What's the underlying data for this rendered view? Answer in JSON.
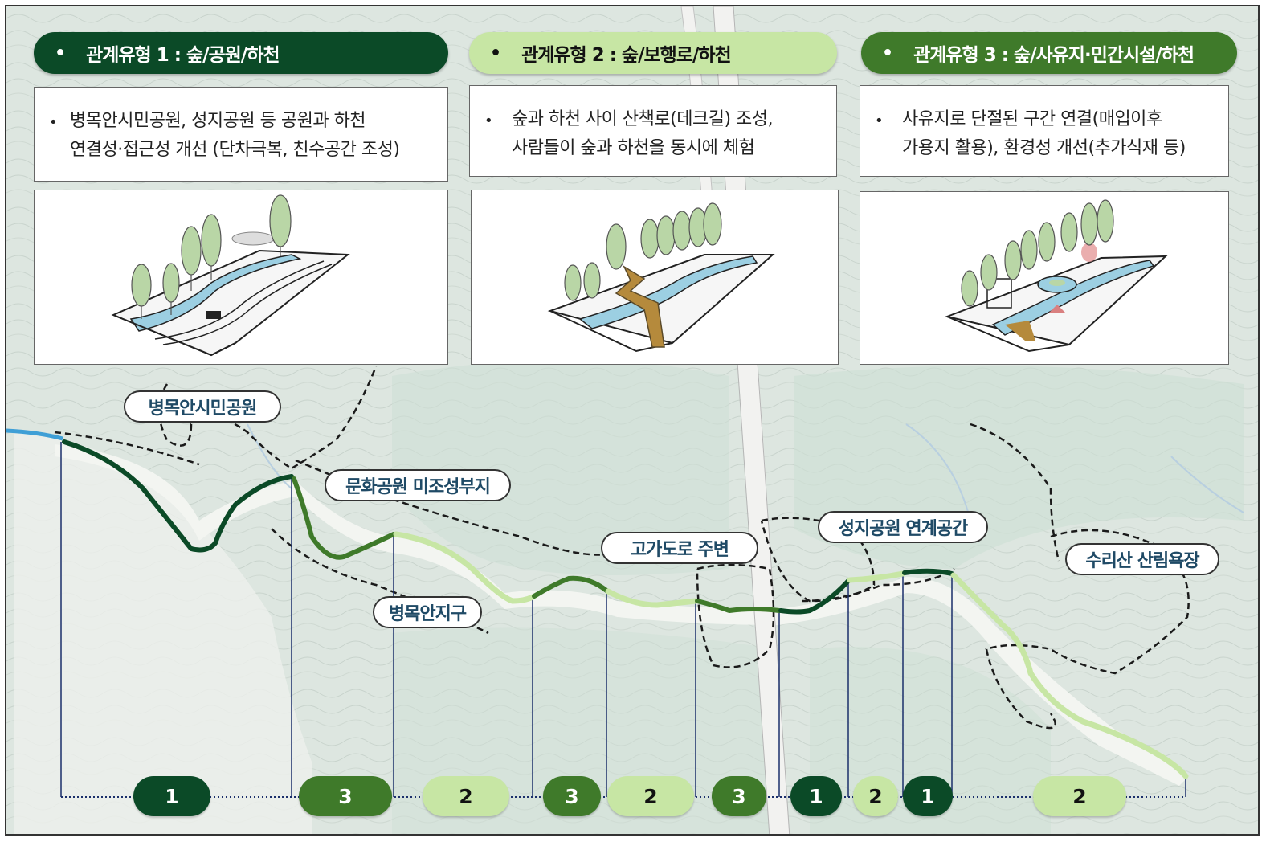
{
  "colors": {
    "type1": "#0b4a27",
    "type2": "#c7e6a4",
    "type3": "#3f7a2a",
    "label_text": "#1f4a66",
    "water": "#9ccfe2"
  },
  "relation_types": [
    {
      "title": "관계유형 1 : 숲/공원/하천",
      "description_lines": [
        "병목안시민공원, 성지공원 등 공원과 하천",
        "연결성·접근성 개선 (단차극복, 친수공간 조성)"
      ]
    },
    {
      "title": "관계유형 2  :  숲/보행로/하천",
      "description_lines": [
        "숲과 하천 사이 산책로(데크길) 조성,",
        "사람들이 숲과 하천을 동시에 체험"
      ]
    },
    {
      "title": "관계유형 3 : 숲/사유지·민간시설/하천",
      "description_lines": [
        "사유지로 단절된 구간 연결(매입이후",
        "가용지 활용), 환경성 개선(추가식재 등)"
      ]
    }
  ],
  "bullet_symbol": "•",
  "place_labels": [
    "병목안시민공원",
    "문화공원 미조성부지",
    "병목안지구",
    "고가도로 주변",
    "성지공원 연계공간",
    "수리산 산림욕장"
  ],
  "segments": [
    {
      "number": "1",
      "type": 1
    },
    {
      "number": "3",
      "type": 3
    },
    {
      "number": "2",
      "type": 2
    },
    {
      "number": "3",
      "type": 3
    },
    {
      "number": "2",
      "type": 2
    },
    {
      "number": "3",
      "type": 3
    },
    {
      "number": "1",
      "type": 1
    },
    {
      "number": "2",
      "type": 2
    },
    {
      "number": "1",
      "type": 1
    },
    {
      "number": "2",
      "type": 2
    }
  ]
}
